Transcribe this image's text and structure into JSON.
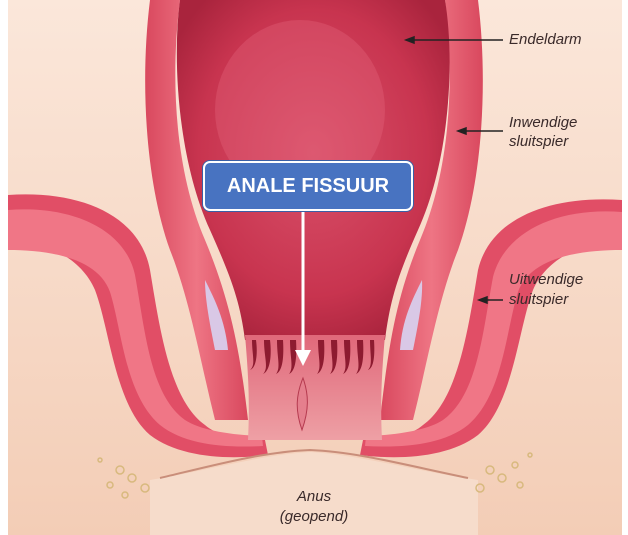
{
  "labels": {
    "endeldarm": "Endeldarm",
    "inwendige_1": "Inwendige",
    "inwendige_2": "sluitspier",
    "uitwendige_1": "Uitwendige",
    "uitwendige_2": "sluitspier",
    "anus_1": "Anus",
    "anus_2": "(geopend)"
  },
  "callout": {
    "text": "ANALE FISSUUR"
  },
  "colors": {
    "skin": "#f6d6c2",
    "muscle": "#e25a6e",
    "lumen": "#c9344f",
    "callout_bg": "#4873c1"
  }
}
